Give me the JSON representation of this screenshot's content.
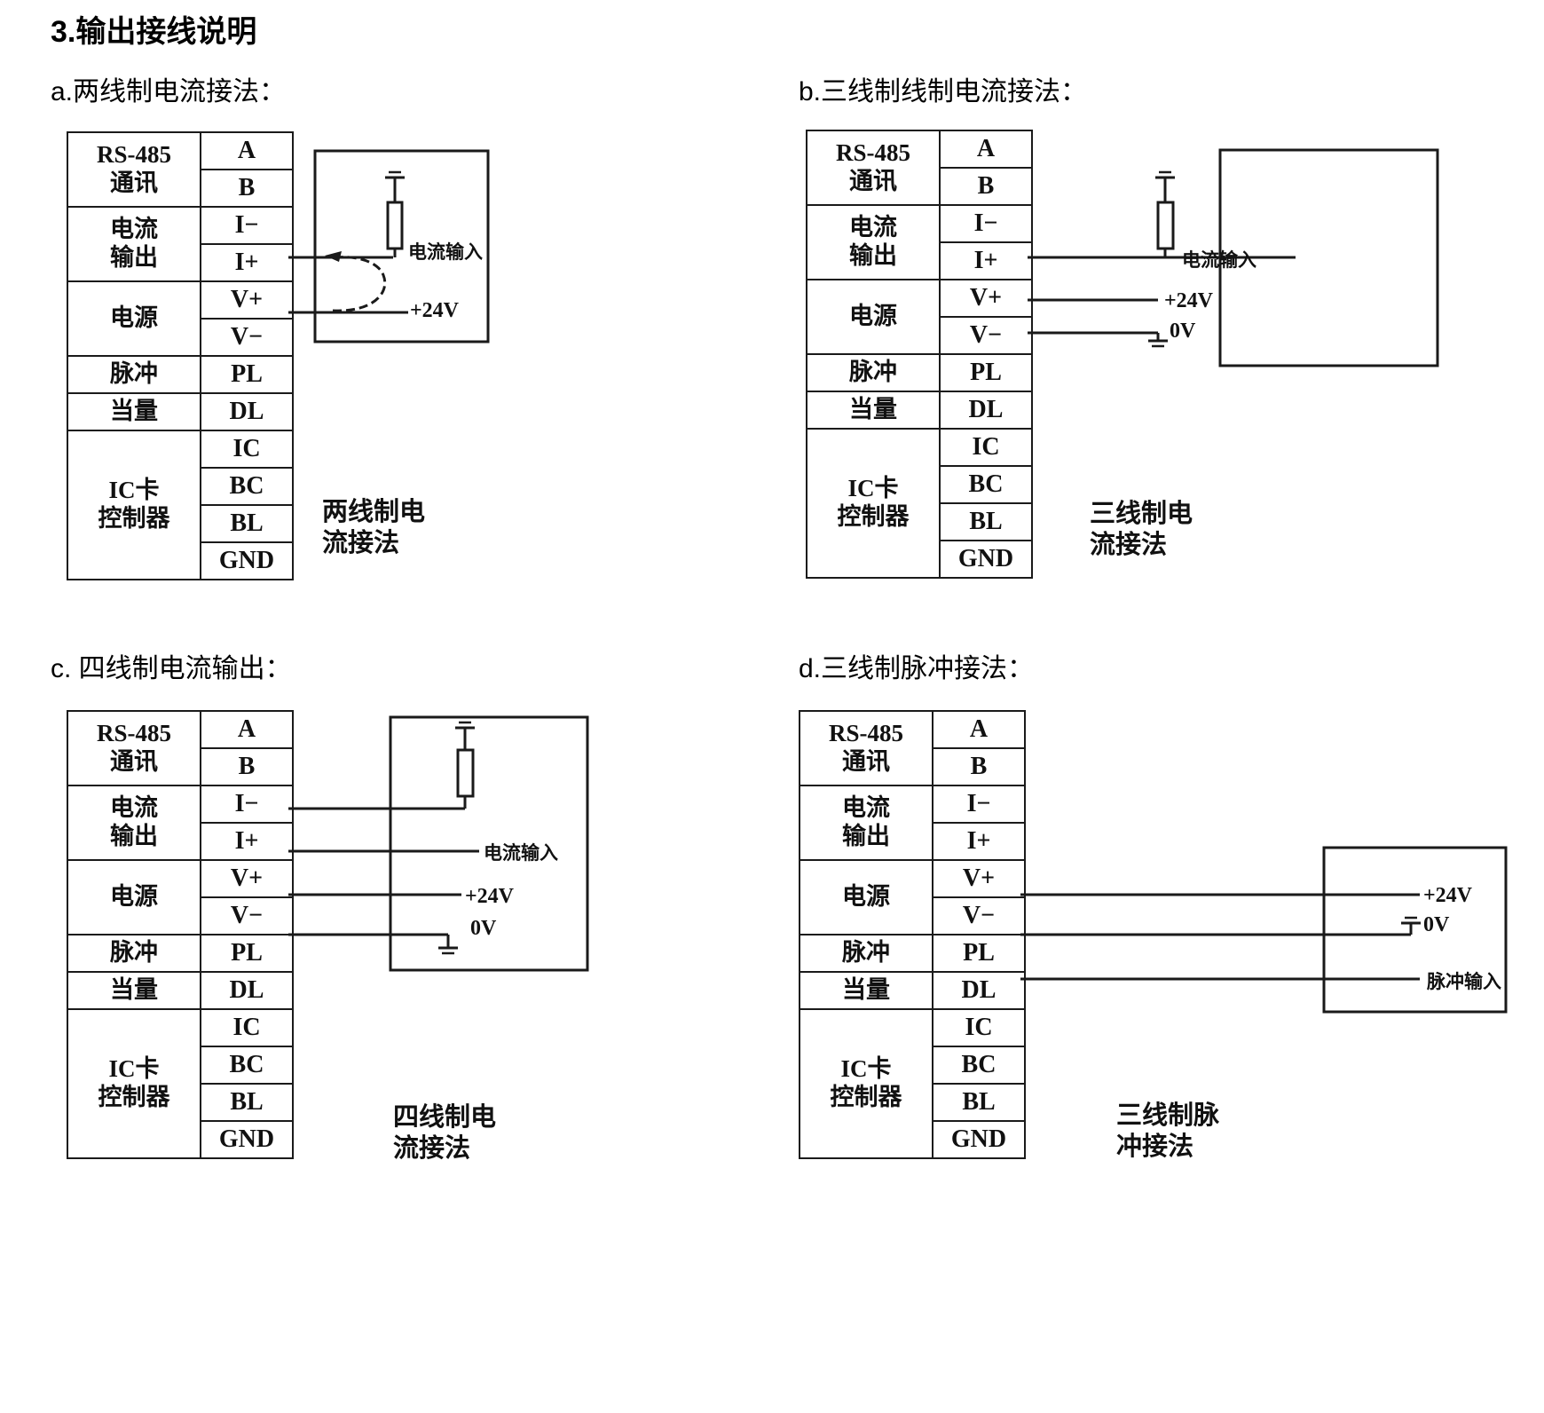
{
  "document": {
    "section_title": "3.输出接线说明"
  },
  "panels": [
    {
      "key": "two-wire-current",
      "heading": "a.两线制电流接法：",
      "caption": "两线制电\n流接法",
      "table": {
        "groups": [
          {
            "label": "RS-485\n通讯",
            "pins": [
              "A",
              "B"
            ]
          },
          {
            "label": "电流\n输出",
            "pins": [
              "I−",
              "I+"
            ]
          },
          {
            "label": "电源",
            "pins": [
              "V+",
              "V−"
            ]
          },
          {
            "label": "脉冲",
            "pins": [
              "PL"
            ]
          },
          {
            "label": "当量",
            "pins": [
              "DL"
            ]
          },
          {
            "label": "IC卡\n控制器",
            "pins": [
              "IC",
              "BC",
              "BL",
              "GND"
            ]
          }
        ]
      },
      "wires": [
        {
          "from": "I+",
          "label": "电流输入"
        },
        {
          "from": "V+",
          "label": "+24V"
        }
      ],
      "symbols": [
        "resistor",
        "ground",
        "current-flow-arrow"
      ]
    },
    {
      "key": "three-wire-current",
      "heading": "b.三线制线制电流接法：",
      "caption": "三线制电\n流接法",
      "table": {
        "groups": [
          {
            "label": "RS-485\n通讯",
            "pins": [
              "A",
              "B"
            ]
          },
          {
            "label": "电流\n输出",
            "pins": [
              "I−",
              "I+"
            ]
          },
          {
            "label": "电源",
            "pins": [
              "V+",
              "V−"
            ]
          },
          {
            "label": "脉冲",
            "pins": [
              "PL"
            ]
          },
          {
            "label": "当量",
            "pins": [
              "DL"
            ]
          },
          {
            "label": "IC卡\n控制器",
            "pins": [
              "IC",
              "BC",
              "BL",
              "GND"
            ]
          }
        ]
      },
      "wires": [
        {
          "from": "I+",
          "label": "电流输入"
        },
        {
          "from": "V+",
          "label": "+24V"
        },
        {
          "from": "V−",
          "label": "0V"
        }
      ],
      "symbols": [
        "resistor",
        "ground",
        "ground"
      ]
    },
    {
      "key": "four-wire-current",
      "heading": "c. 四线制电流输出：",
      "caption": "四线制电\n流接法",
      "table": {
        "groups": [
          {
            "label": "RS-485\n通讯",
            "pins": [
              "A",
              "B"
            ]
          },
          {
            "label": "电流\n输出",
            "pins": [
              "I−",
              "I+"
            ]
          },
          {
            "label": "电源",
            "pins": [
              "V+",
              "V−"
            ]
          },
          {
            "label": "脉冲",
            "pins": [
              "PL"
            ]
          },
          {
            "label": "当量",
            "pins": [
              "DL"
            ]
          },
          {
            "label": "IC卡\n控制器",
            "pins": [
              "IC",
              "BC",
              "BL",
              "GND"
            ]
          }
        ]
      },
      "wires": [
        {
          "from": "I−",
          "label": ""
        },
        {
          "from": "I+",
          "label": "电流输入"
        },
        {
          "from": "V+",
          "label": "+24V"
        },
        {
          "from": "V−",
          "label": "0V"
        }
      ],
      "symbols": [
        "resistor",
        "ground",
        "ground"
      ]
    },
    {
      "key": "three-wire-pulse",
      "heading": "d.三线制脉冲接法：",
      "caption": "三线制脉\n冲接法",
      "table": {
        "groups": [
          {
            "label": "RS-485\n通讯",
            "pins": [
              "A",
              "B"
            ]
          },
          {
            "label": "电流\n输出",
            "pins": [
              "I−",
              "I+"
            ]
          },
          {
            "label": "电源",
            "pins": [
              "V+",
              "V−"
            ]
          },
          {
            "label": "脉冲",
            "pins": [
              "PL"
            ]
          },
          {
            "label": "当量",
            "pins": [
              "DL"
            ]
          },
          {
            "label": "IC卡\n控制器",
            "pins": [
              "IC",
              "BC",
              "BL",
              "GND"
            ]
          }
        ]
      },
      "wires": [
        {
          "from": "V+",
          "label": "+24V"
        },
        {
          "from": "V−",
          "label": "0V"
        },
        {
          "from": "PL",
          "label": "脉冲输入"
        }
      ],
      "symbols": [
        "ground"
      ]
    }
  ],
  "colors": {
    "line": "#1a1a1a",
    "text": "#111111",
    "background": "#ffffff"
  }
}
